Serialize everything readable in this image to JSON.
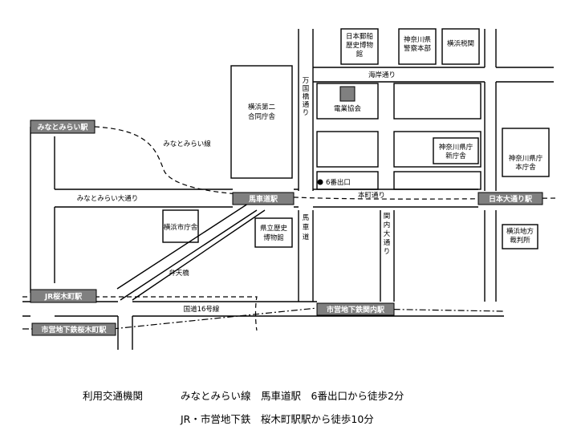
{
  "map": {
    "colors": {
      "line": "#000000",
      "station_fill": "#808080",
      "station_text": "#ffffff",
      "marker_fill": "#808080"
    },
    "stations": {
      "minatomirai": "みなとみらい駅",
      "bashamichi": "馬車道駅",
      "nihon_odori": "日本大通り駅",
      "jr_sakuragicho": "JR桜木町駅",
      "subway_kannai": "市営地下鉄関内駅",
      "subway_sakuragicho": "市営地下鉄桜木町駅"
    },
    "buildings": {
      "nyk_museum": [
        "日本郵船",
        "歴史博物",
        "館"
      ],
      "police_hq": [
        "神奈川県",
        "警察本部"
      ],
      "customs": "横浜税関",
      "godo_chosha": [
        "横浜第二",
        "合同庁舎"
      ],
      "denki_kyokai": "電業協会",
      "pref_new": [
        "神奈川県庁",
        "新庁舎"
      ],
      "pref_main": [
        "神奈川県庁",
        "本庁舎"
      ],
      "city_hall": "横浜市庁舎",
      "history_museum": [
        "県立歴史",
        "博物館"
      ],
      "court": [
        "横浜地方",
        "裁判所"
      ]
    },
    "streets": {
      "kaigan": "海岸通り",
      "bankokubashi": [
        "万",
        "国",
        "橋",
        "通",
        "り"
      ],
      "minatomirai_odori": "みなとみらい大通り",
      "honcho": "本町通り",
      "bashamichi": [
        "馬",
        "車",
        "道"
      ],
      "kannai_odori": [
        "関",
        "内",
        "大",
        "通",
        "り"
      ],
      "benten": "弁天橋",
      "route16": "国道16号線"
    },
    "lines": {
      "minatomirai_line": "みなとみらい線"
    },
    "exit_label": "6番出口"
  },
  "access": {
    "heading": "利用交通機関",
    "route1": "みなとみらい線　馬車道駅　6番出口から徒歩2分",
    "route2": "JR・市営地下鉄　桜木町駅駅から徒歩10分"
  }
}
